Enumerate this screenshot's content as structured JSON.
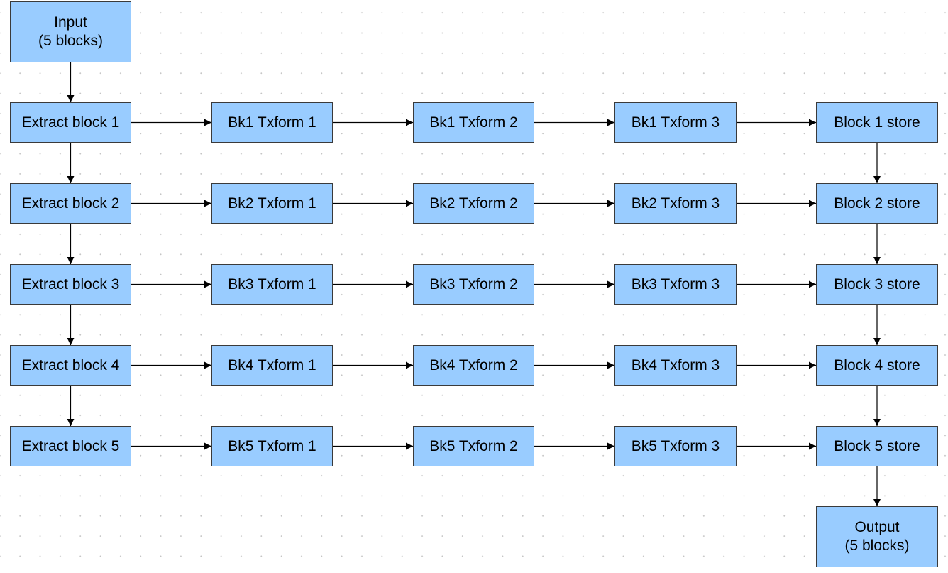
{
  "diagram": {
    "colors": {
      "node_fill": "#99ccff",
      "node_border": "#3a3a3a",
      "edge": "#000000",
      "background": "#ffffff",
      "grid_dots": "#c4c4c4"
    },
    "input": {
      "line1": "Input",
      "line2": "(5 blocks)"
    },
    "output": {
      "line1": "Output",
      "line2": "(5 blocks)"
    },
    "rows": [
      {
        "extract": "Extract block 1",
        "t1": "Bk1 Txform 1",
        "t2": "Bk1 Txform 2",
        "t3": "Bk1 Txform 3",
        "store": "Block 1 store"
      },
      {
        "extract": "Extract block 2",
        "t1": "Bk2 Txform 1",
        "t2": "Bk2 Txform 2",
        "t3": "Bk2 Txform 3",
        "store": "Block 2 store"
      },
      {
        "extract": "Extract block 3",
        "t1": "Bk3 Txform 1",
        "t2": "Bk3 Txform 2",
        "t3": "Bk3 Txform 3",
        "store": "Block 3 store"
      },
      {
        "extract": "Extract block 4",
        "t1": "Bk4 Txform 1",
        "t2": "Bk4 Txform 2",
        "t3": "Bk4 Txform 3",
        "store": "Block 4 store"
      },
      {
        "extract": "Extract block 5",
        "t1": "Bk5 Txform 1",
        "t2": "Bk5 Txform 2",
        "t3": "Bk5 Txform 3",
        "store": "Block 5 store"
      }
    ]
  }
}
